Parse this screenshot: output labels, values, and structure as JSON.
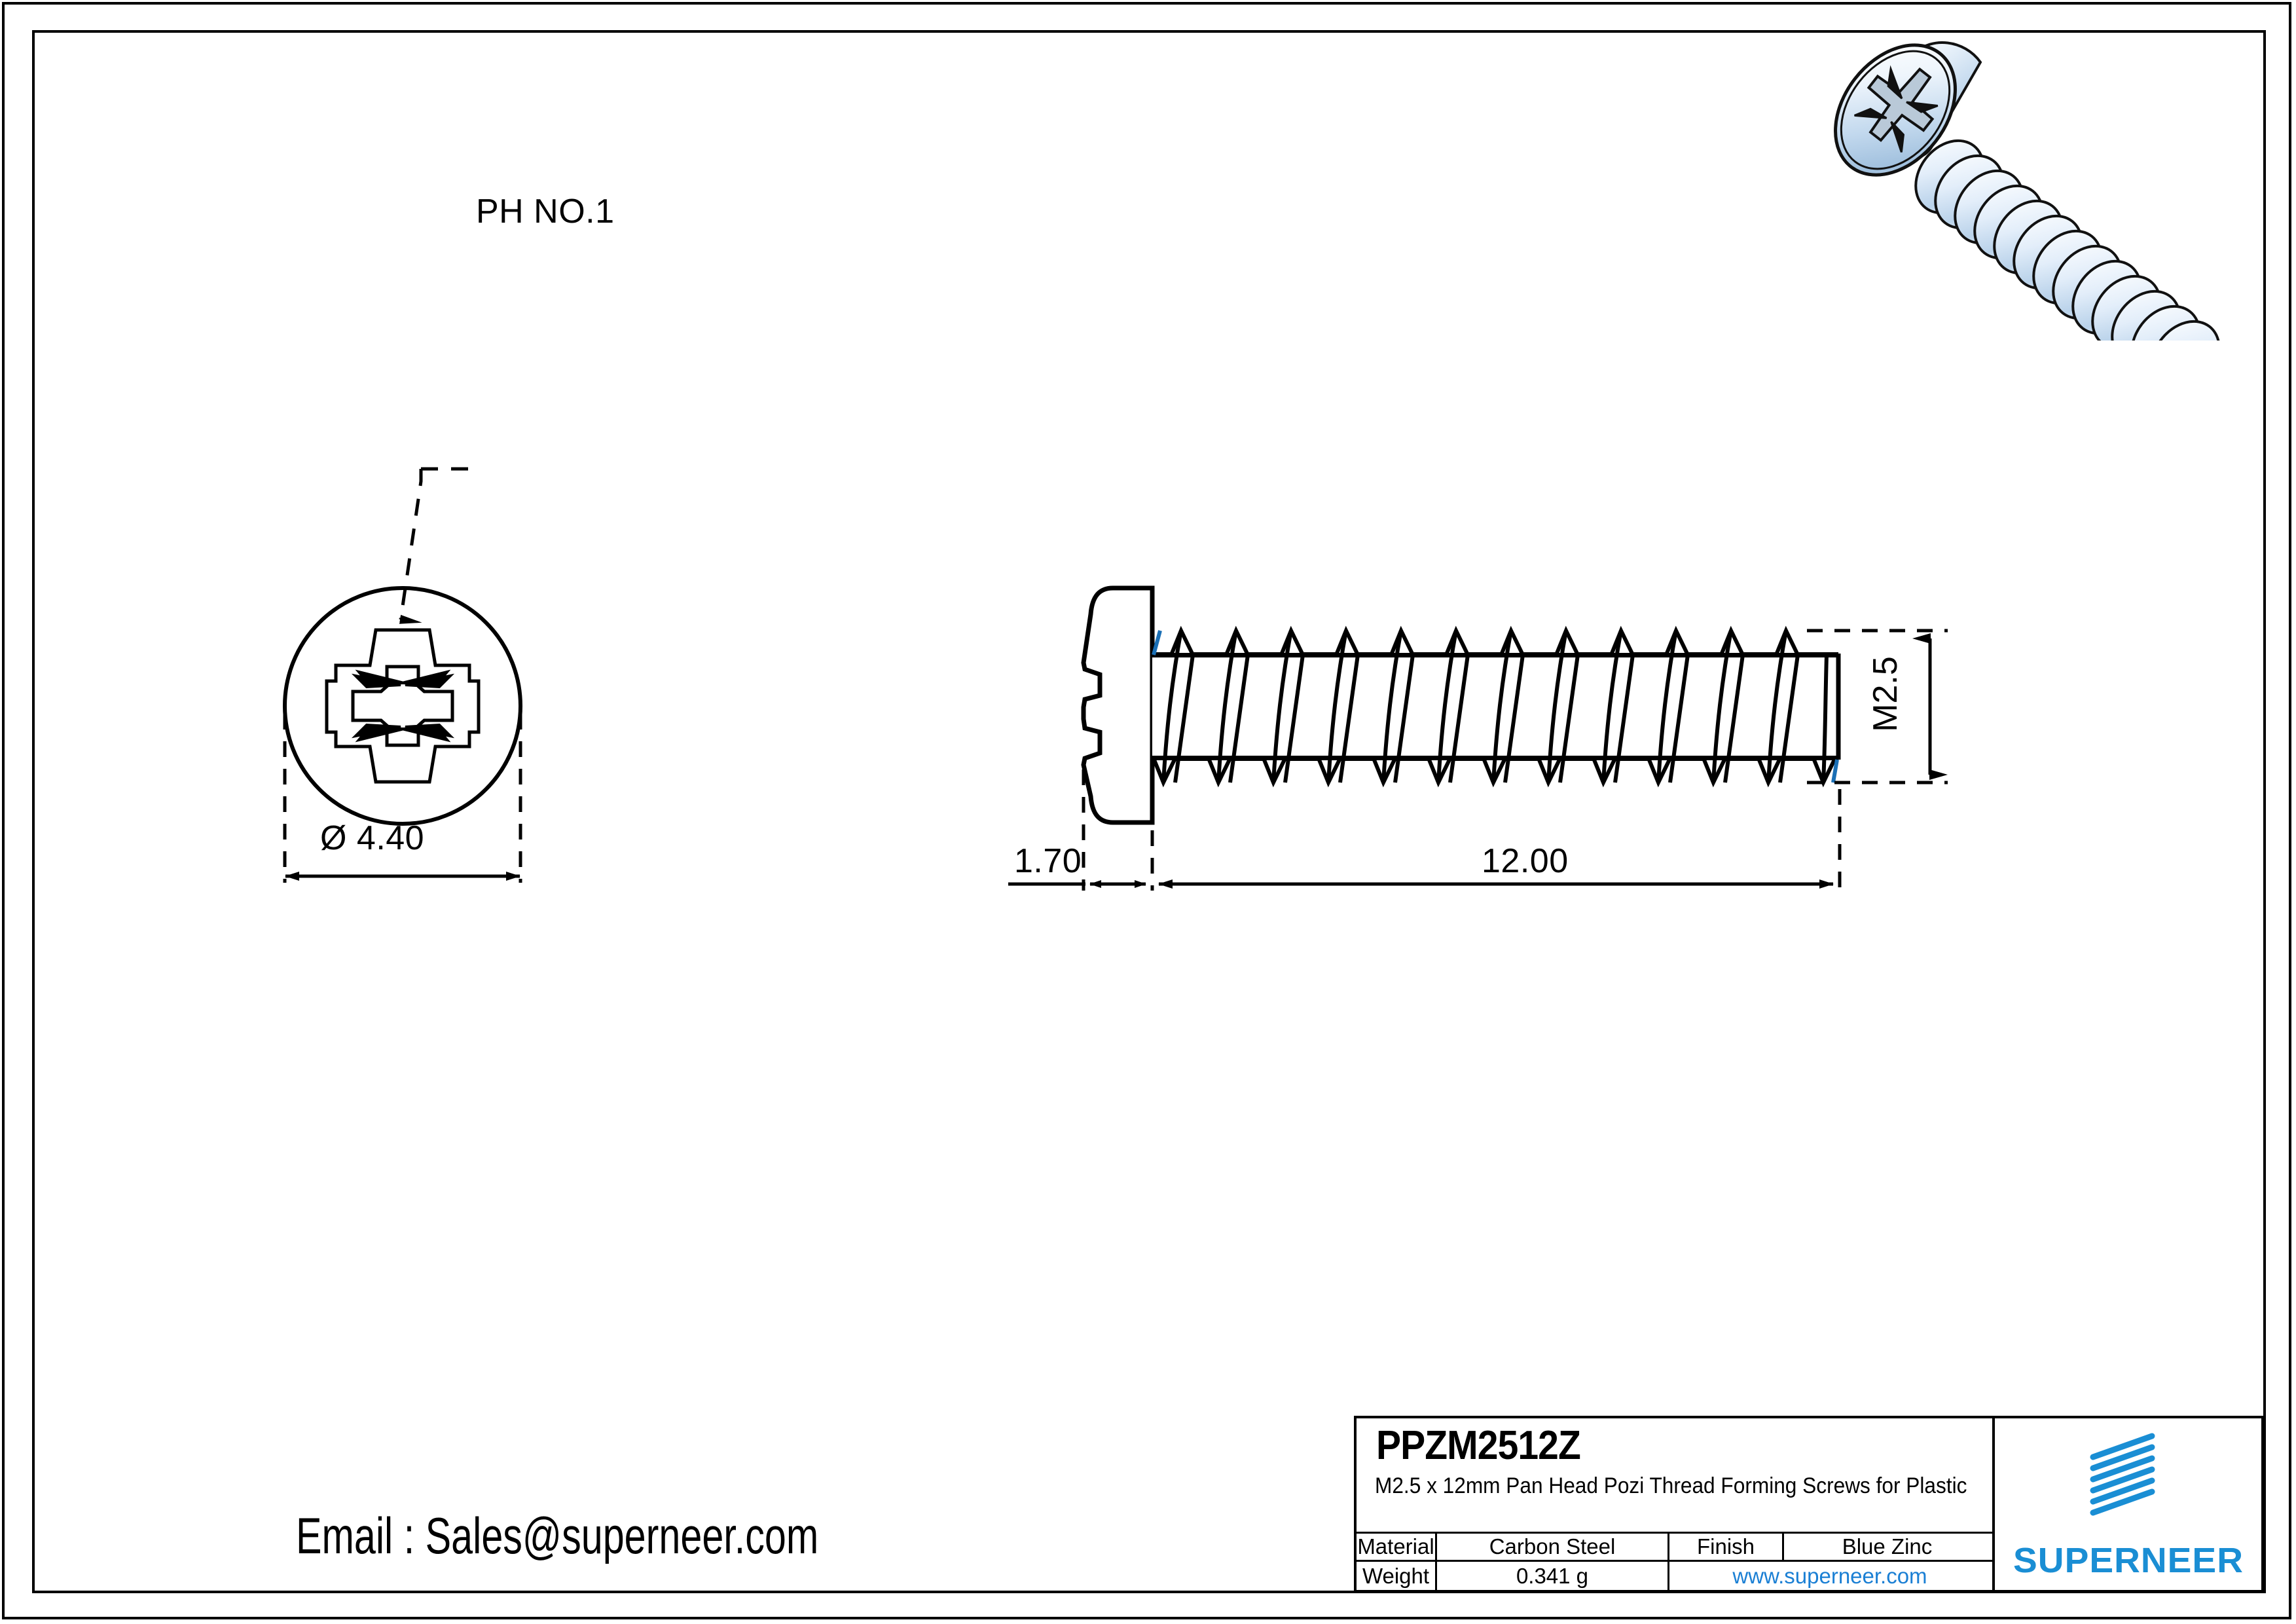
{
  "document": {
    "type": "engineering-drawing",
    "sheet_background": "#ffffff",
    "line_color": "#000000",
    "accent_color": "#1a8ed4"
  },
  "annotations": {
    "recess_callout": "PH NO.1",
    "head_diameter": "Ø 4.40",
    "head_height": "1.70",
    "thread_length": "12.00",
    "thread_size": "M2.5"
  },
  "contact": {
    "email_line": "Email : Sales@superneer.com"
  },
  "title_block": {
    "part_number": "PPZM2512Z",
    "description": "M2.5 x 12mm Pan Head Pozi Thread Forming Screws for Plastic",
    "material_label": "Material",
    "material_value": "Carbon Steel",
    "finish_label": "Finish",
    "finish_value": "Blue Zinc",
    "weight_label": "Weight",
    "weight_value": "0.341 g",
    "website": "www.superneer.com",
    "brand": "SUPERNEER"
  },
  "views": {
    "front_view_name": "head-end-view",
    "side_view_name": "side-elevation-view",
    "iso_view_name": "isometric-render"
  }
}
